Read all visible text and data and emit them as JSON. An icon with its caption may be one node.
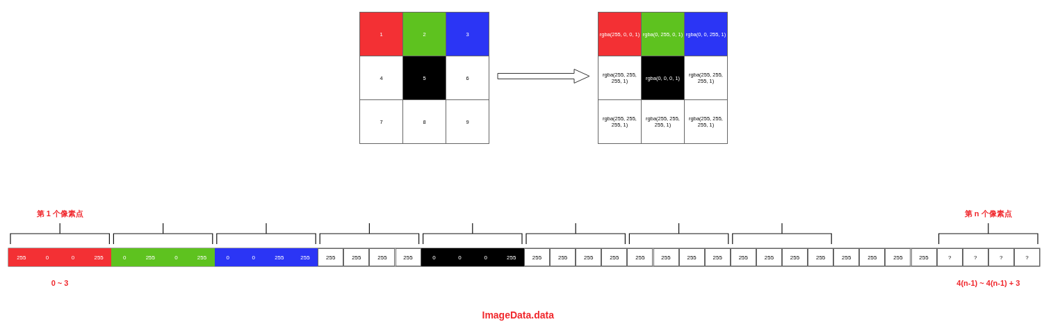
{
  "diagram": {
    "caption": "ImageData.data",
    "nodes": [
      {
        "text": [],
        "shape": "box"
      },
      {
        "text": [
          "1"
        ],
        "in": 0
      },
      {
        "text": [
          "2"
        ],
        "in": 0
      },
      {
        "text": [
          "3"
        ],
        "in": 0
      },
      {
        "text": [
          "4"
        ],
        "in": 0
      },
      {
        "text": [
          "5"
        ],
        "in": 0
      },
      {
        "text": [
          "6"
        ],
        "in": 0
      },
      {
        "text": [
          "7"
        ],
        "in": 0
      },
      {
        "text": [
          "8"
        ],
        "in": 0
      },
      {
        "text": [
          "9"
        ],
        "in": 0
      },
      {
        "text": [],
        "shape": "box"
      },
      {
        "text": [
          "rgba(255, 0, 0, 1)"
        ],
        "in": 10
      },
      {
        "text": [
          "rgba(0, 255, 0, 1)"
        ],
        "in": 10
      },
      {
        "text": [
          "rgba(0, 0, 255, 1)"
        ],
        "in": 10
      },
      {
        "text": [
          "rgba(255, 255, 255, 1)"
        ],
        "in": 10
      },
      {
        "text": [
          "rgba(0, 0, 0, 1)"
        ],
        "in": 10
      },
      {
        "text": [
          "rgba(255, 255, 255, 1)"
        ],
        "in": 10
      },
      {
        "text": [
          "rgba(255, 255, 255, 1)"
        ],
        "in": 10
      },
      {
        "text": [
          "rgba(255, 255, 255, 1)"
        ],
        "in": 10
      },
      {
        "text": [
          "rgba(255, 255, 255, 1)"
        ],
        "in": 10
      }
    ],
    "edges": [
      {
        "from": 0,
        "to": 10,
        "arrow": "to"
      }
    ],
    "labels": [
      "第 1 个像素点",
      "第 n 个像素点",
      "255",
      "0",
      "0",
      "255",
      "0",
      "255",
      "0",
      "255",
      "0",
      "0",
      "255",
      "255",
      "255",
      "255",
      "255",
      "255",
      "0",
      "0",
      "0",
      "255",
      "255",
      "255",
      "255",
      "255",
      "255",
      "255",
      "255",
      "255",
      "255",
      "255",
      "255",
      "255",
      "255",
      "255",
      "255",
      "255",
      "?",
      "?",
      "?",
      "?",
      "0 ~ 3",
      "4(n-1) ~ 4(n-1) + 3"
    ]
  }
}
